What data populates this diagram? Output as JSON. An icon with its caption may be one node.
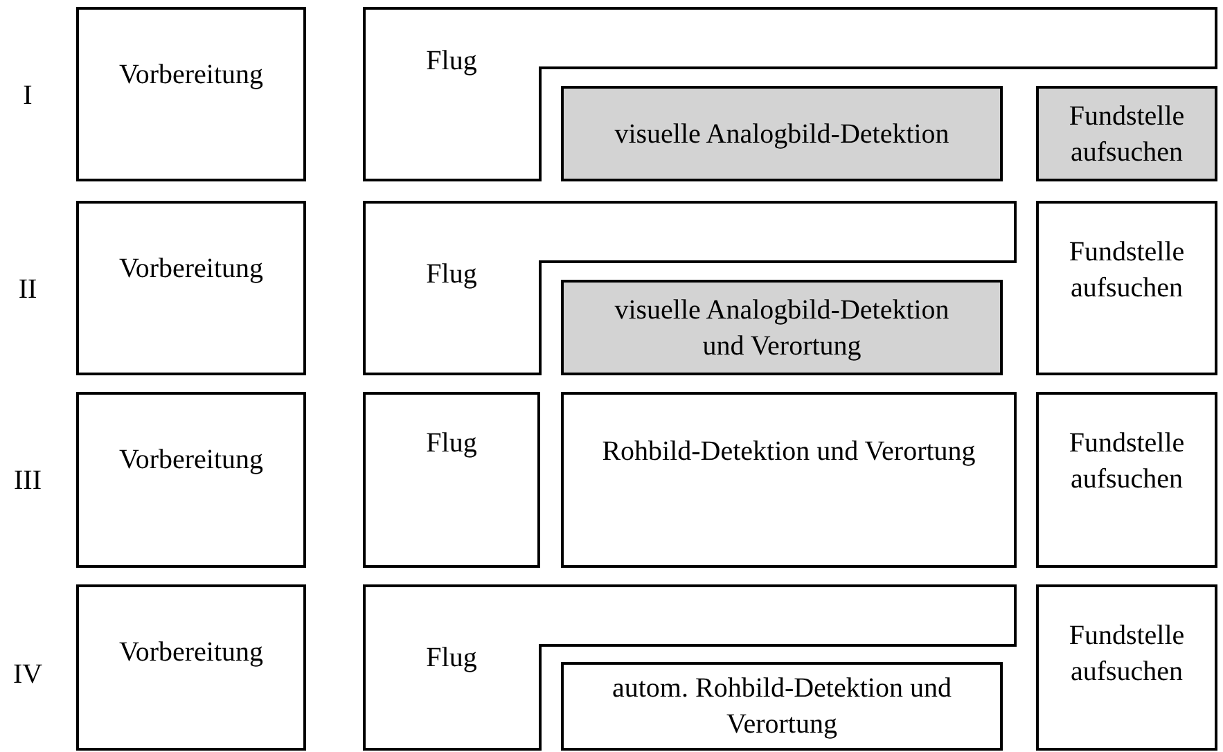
{
  "diagram": {
    "nodes": [
      {
        "text": [
          "Vorbereitung"
        ]
      },
      {
        "text": [
          "Flug"
        ]
      },
      {
        "text": [
          "visuelle Analogbild-Detektion"
        ]
      },
      {
        "text": [
          "Fundstelle aufsuchen"
        ]
      },
      {
        "text": [
          "Vorbereitung"
        ]
      },
      {
        "text": [
          "Flug"
        ]
      },
      {
        "text": [
          "visuelle Analogbild-Detektion und Verortung"
        ]
      },
      {
        "text": [
          "Fundstelle aufsuchen"
        ]
      },
      {
        "text": [
          "Vorbereitung"
        ]
      },
      {
        "text": [
          "Flug"
        ]
      },
      {
        "text": [
          "Rohbild-Detektion und Verortung"
        ]
      },
      {
        "text": [
          "Fundstelle aufsuchen"
        ]
      },
      {
        "text": [
          "Vorbereitung"
        ]
      },
      {
        "text": [
          "Flug"
        ]
      },
      {
        "text": [
          "autom. Rohbild-Detektion und Verortung"
        ]
      },
      {
        "text": [
          "Fundstelle aufsuchen"
        ]
      }
    ],
    "labels": [
      "I",
      "II",
      "III",
      "IV"
    ]
  }
}
